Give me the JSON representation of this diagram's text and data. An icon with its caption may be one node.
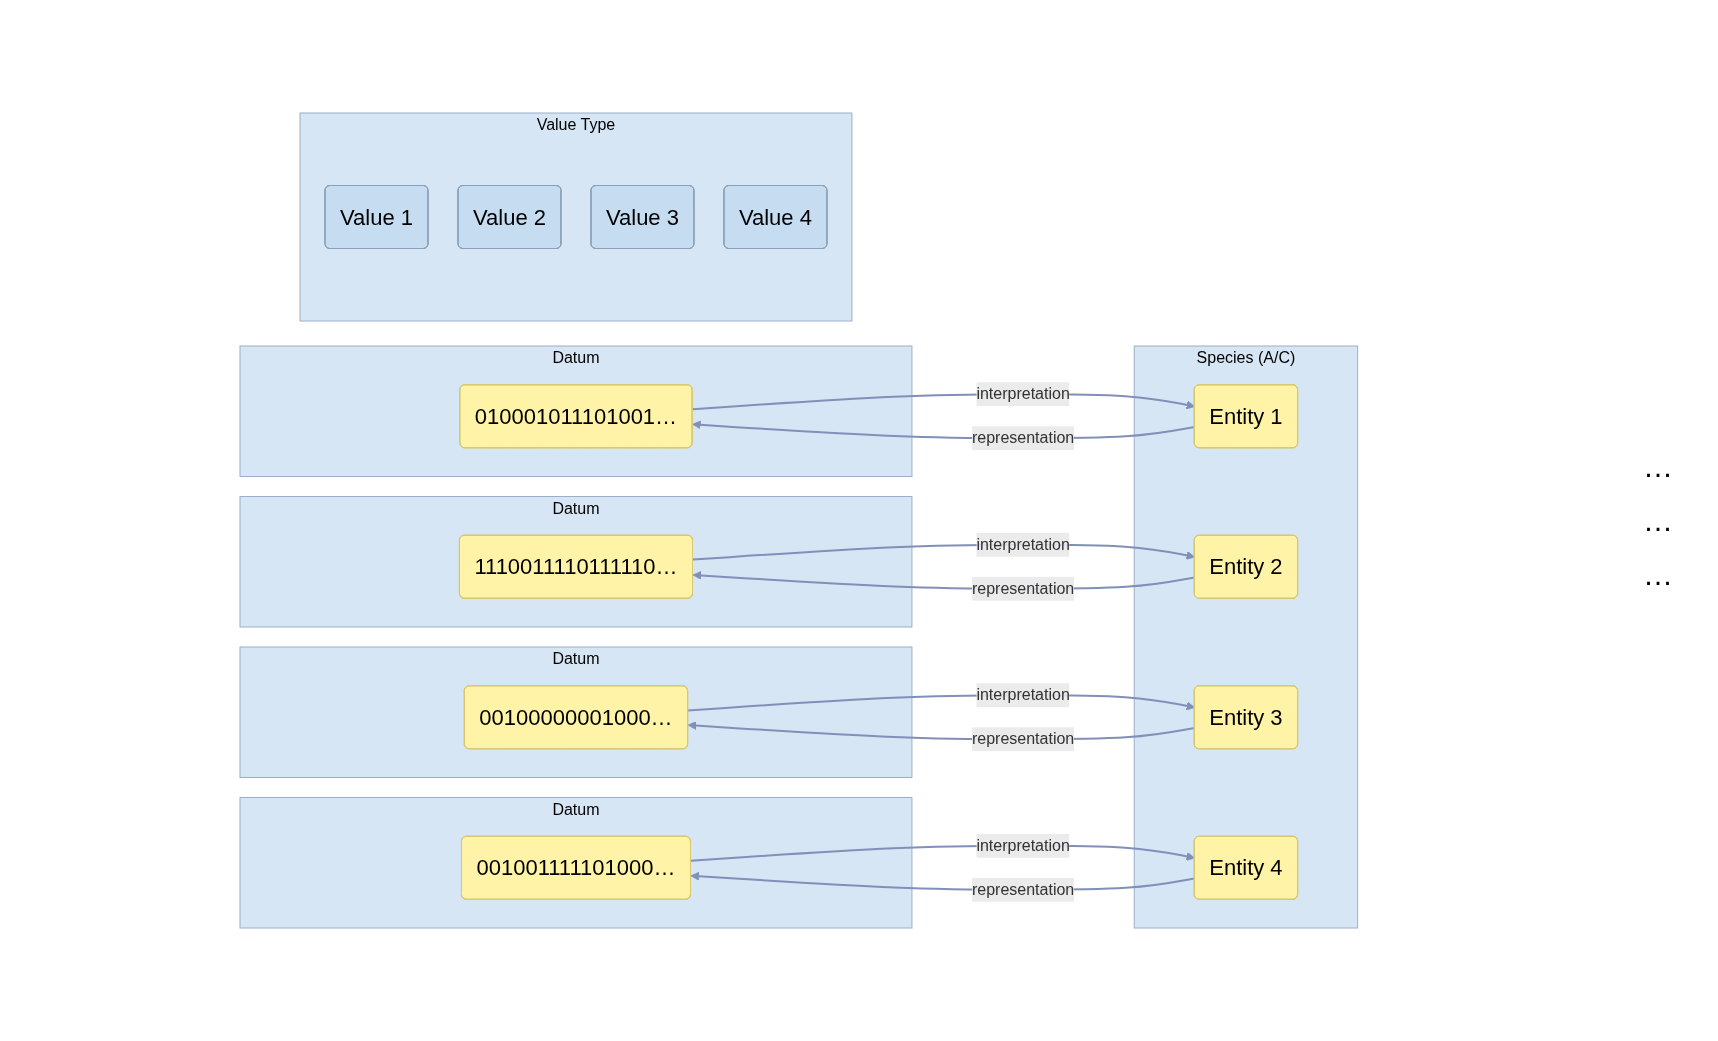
{
  "diagram": {
    "nodes": [
      {
        "text": [
          "Datum"
        ]
      },
      {
        "text": [
          "010001011101001…"
        ],
        "in": 0
      },
      {
        "text": [
          "Datum"
        ]
      },
      {
        "text": [
          "1110011110111110…"
        ],
        "in": 2
      },
      {
        "text": [
          "Datum"
        ]
      },
      {
        "text": [
          "00100000001000…"
        ],
        "in": 4
      },
      {
        "text": [
          "Datum"
        ]
      },
      {
        "text": [
          "001001111101000…"
        ],
        "in": 6
      },
      {
        "text": [
          "Value Type"
        ]
      },
      {
        "text": [
          "Value 1"
        ],
        "in": 8
      },
      {
        "text": [
          "Value 2"
        ],
        "in": 8
      },
      {
        "text": [
          "Value 3"
        ],
        "in": 8
      },
      {
        "text": [
          "Value 4"
        ],
        "in": 8
      },
      {
        "text": [
          "Species (A/C)"
        ]
      },
      {
        "text": [
          "Entity 1"
        ],
        "in": 13
      },
      {
        "text": [
          "Entity 2"
        ],
        "in": 13
      },
      {
        "text": [
          "Entity 3"
        ],
        "in": 13
      },
      {
        "text": [
          "Entity 4"
        ],
        "in": 13
      }
    ],
    "edges": [
      {
        "from": 1,
        "to": 14,
        "arrow": "to",
        "label": "interpretation"
      },
      {
        "from": 14,
        "to": 1,
        "arrow": "to",
        "label": "representation"
      },
      {
        "from": 3,
        "to": 15,
        "arrow": "to",
        "label": "interpretation"
      },
      {
        "from": 15,
        "to": 3,
        "arrow": "to",
        "label": "representation"
      },
      {
        "from": 5,
        "to": 16,
        "arrow": "to",
        "label": "interpretation"
      },
      {
        "from": 16,
        "to": 5,
        "arrow": "to",
        "label": "representation"
      },
      {
        "from": 7,
        "to": 17,
        "arrow": "to",
        "label": "interpretation"
      },
      {
        "from": 17,
        "to": 7,
        "arrow": "to",
        "label": "representation"
      }
    ],
    "labels": [
      "…",
      "…",
      "…"
    ]
  }
}
